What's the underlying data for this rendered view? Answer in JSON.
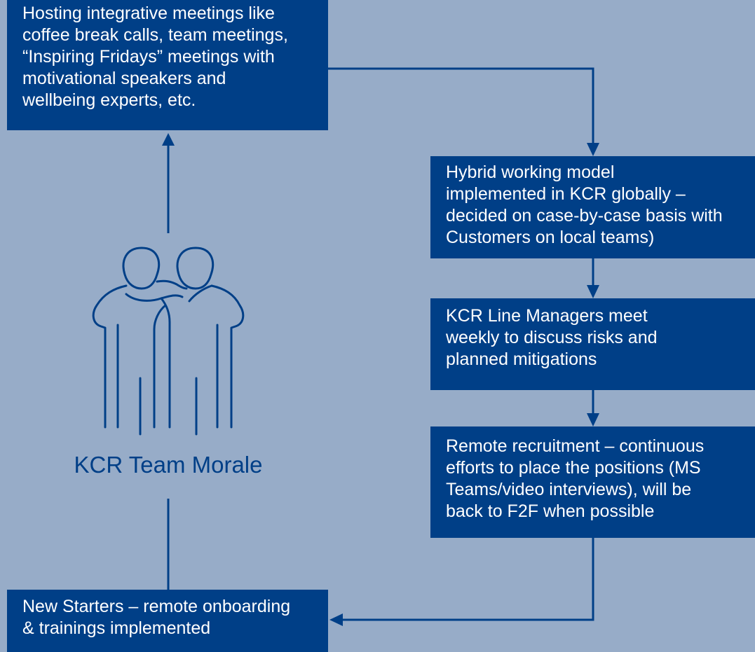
{
  "colors": {
    "background": "#97acc8",
    "box": "#003f87",
    "box_text": "#ffffff",
    "accent": "#003f87"
  },
  "center": {
    "title": "KCR Team Morale",
    "icon": "team-morale-people-icon"
  },
  "boxes": {
    "meetings": "Hosting integrative meetings like\ncoffee break calls, team meetings,\n“Inspiring Fridays” meetings with\nmotivational speakers and\nwellbeing experts, etc.",
    "hybrid": "Hybrid working model\nimplemented in KCR globally –\ndecided on case-by-case basis with\nCustomers on local teams)",
    "managers": "KCR Line Managers meet\nweekly to discuss risks and\nplanned mitigations",
    "recruitment": "Remote recruitment – continuous\nefforts to place the positions (MS\nTeams/video interviews), will be\nback to F2F  when possible",
    "starters": "New Starters – remote onboarding\n& trainings implemented"
  }
}
